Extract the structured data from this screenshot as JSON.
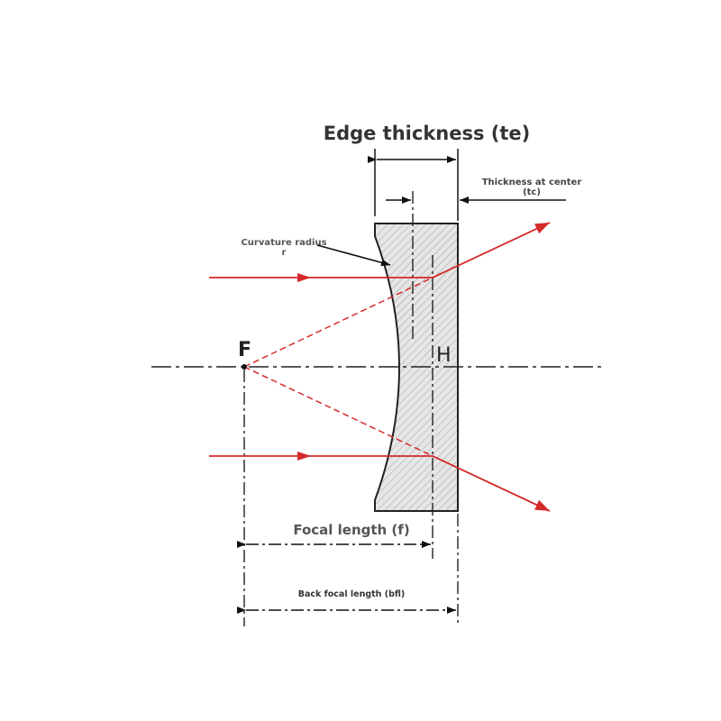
{
  "diagram": {
    "title": "Edge thickness (te)",
    "labels": {
      "thickness_center_line1": "Thickness at center",
      "thickness_center_line2": "(tc)",
      "curvature_line1": "Curvature radius",
      "curvature_line2": "r",
      "focal_point": "F",
      "principal_point": "H",
      "focal_length": "Focal length (f)",
      "back_focal_length": "Back focal length (bfl)"
    },
    "colors": {
      "ray": "#d42a2a",
      "line": "#222222",
      "lens_fill": "#e4e4e4",
      "hatch": "#9a9a9a"
    },
    "lens_type": "plano-concave"
  }
}
